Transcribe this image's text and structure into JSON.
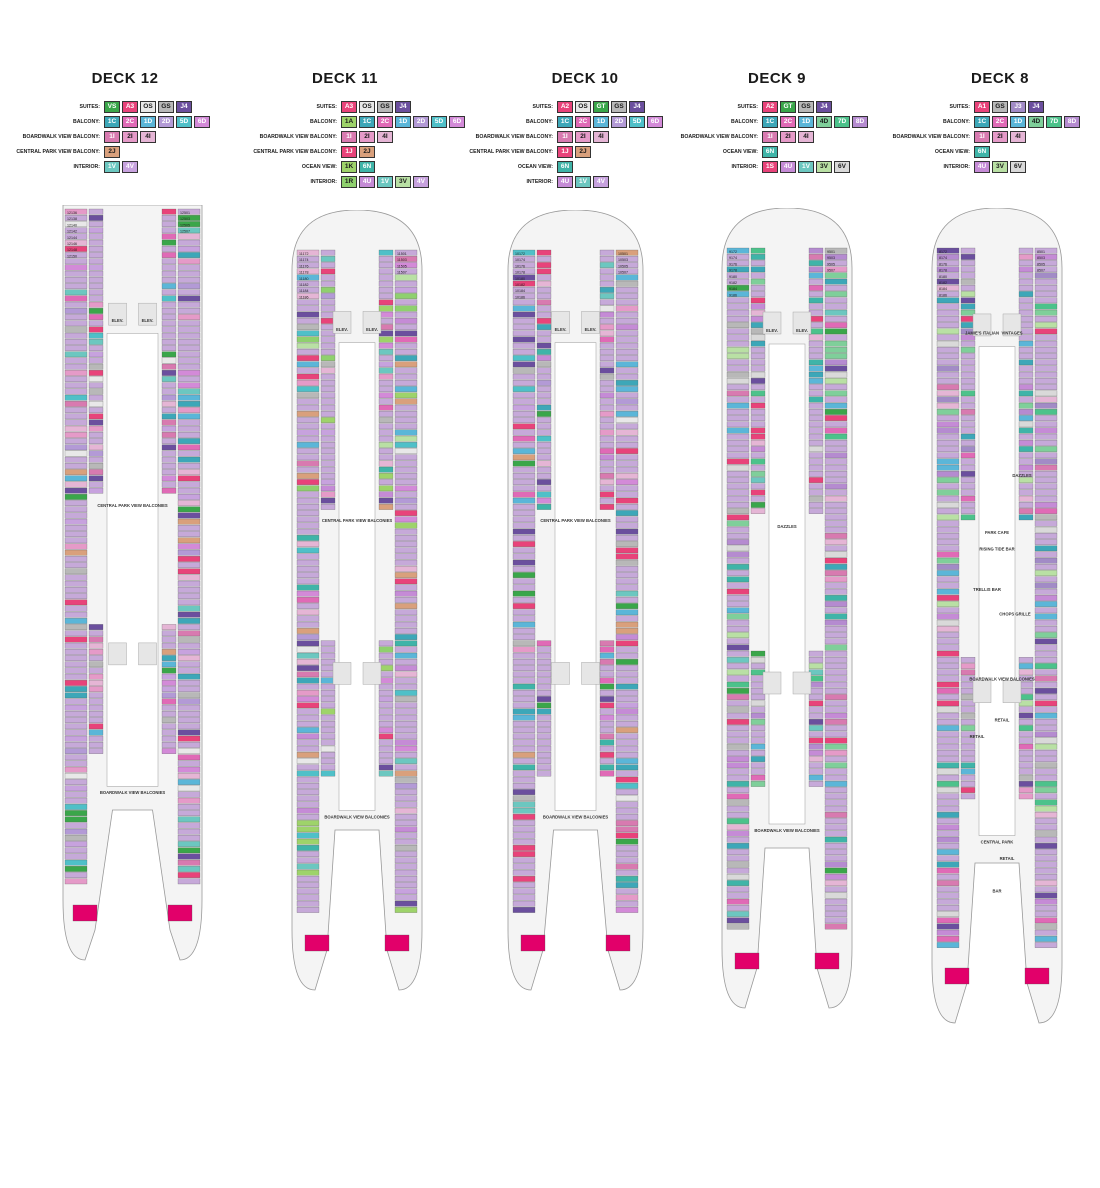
{
  "colors": {
    "VS": "#3aa64a",
    "A1": "#e8437a",
    "A2": "#e8437a",
    "A3": "#e8437a",
    "OS": "#e8e8e8",
    "GT": "#3aa64a",
    "GS": "#b8b8b8",
    "J3": "#a28bc6",
    "J4": "#6b4f9e",
    "1A": "#9ed36a",
    "1C": "#3da7b8",
    "2C": "#e06ab6",
    "1D": "#5bb6d8",
    "2D": "#b39ad6",
    "4D": "#7fcf9a",
    "5D": "#4fc0c8",
    "6D": "#d38ad8",
    "7D": "#4cc28b",
    "8D": "#b58bd0",
    "1I": "#d87ab0",
    "2I": "#e59ac8",
    "4I": "#e5b5d5",
    "1J": "#e8437a",
    "2J": "#d9a07c",
    "1K": "#9ed36a",
    "6N": "#3fb4a8",
    "1R": "#8fd06e",
    "4U": "#c58bd6",
    "1V": "#6cc7c0",
    "3V": "#b9e0a4",
    "4V": "#c7a2de",
    "1S": "#e8437a",
    "6V": "#d9d9d9",
    "cabin_default": "#c6a9d9",
    "hull_stroke": "#999999"
  },
  "decks": [
    {
      "title": "DECK 12",
      "legend": [
        {
          "label": "SUITES:",
          "chips": [
            "VS",
            "A3",
            "OS",
            "GS",
            "J4"
          ]
        },
        {
          "label": "BALCONY:",
          "chips": [
            "1C",
            "2C",
            "1D",
            "2D",
            "5D",
            "6D"
          ]
        },
        {
          "label": "BOARDWALK VIEW BALCONY:",
          "chips": [
            "1I",
            "2I",
            "4I"
          ]
        },
        {
          "label": "CENTRAL PARK VIEW BALCONY:",
          "chips": [
            "2J"
          ]
        },
        {
          "label": "INTERIOR:",
          "chips": [
            "1V",
            "4V"
          ]
        }
      ],
      "areas": [
        "CENTRAL PARK VIEW BALCONIES",
        "BOARDWALK VIEW BALCONIES",
        "ELEV.",
        "ELEV."
      ],
      "cabin_samples": [
        "12136",
        "12138",
        "12140",
        "12142",
        "12144",
        "12146",
        "12148",
        "12150",
        "12501",
        "12503",
        "12505",
        "12507"
      ]
    },
    {
      "title": "DECK 11",
      "legend": [
        {
          "label": "SUITES:",
          "chips": [
            "A3",
            "OS",
            "GS",
            "J4"
          ]
        },
        {
          "label": "BALCONY:",
          "chips": [
            "1A",
            "1C",
            "2C",
            "1D",
            "2D",
            "5D",
            "6D"
          ]
        },
        {
          "label": "BOARDWALK VIEW BALCONY:",
          "chips": [
            "1I",
            "2I",
            "4I"
          ]
        },
        {
          "label": "CENTRAL PARK VIEW BALCONY:",
          "chips": [
            "1J",
            "2J"
          ]
        },
        {
          "label": "OCEAN VIEW:",
          "chips": [
            "1K",
            "6N"
          ]
        },
        {
          "label": "INTERIOR:",
          "chips": [
            "1R",
            "4U",
            "1V",
            "3V",
            "4V"
          ]
        }
      ],
      "areas": [
        "CENTRAL PARK VIEW BALCONIES",
        "BOARDWALK VIEW BALCONIES",
        "ELEV.",
        "ELEV."
      ],
      "cabin_samples": [
        "11172",
        "11174",
        "11176",
        "11178",
        "11180",
        "11182",
        "11184",
        "11186",
        "11501",
        "11503",
        "11505",
        "11507"
      ]
    },
    {
      "title": "DECK 10",
      "legend": [
        {
          "label": "SUITES:",
          "chips": [
            "A2",
            "OS",
            "GT",
            "GS",
            "J4"
          ]
        },
        {
          "label": "BALCONY:",
          "chips": [
            "1C",
            "2C",
            "1D",
            "2D",
            "5D",
            "6D"
          ]
        },
        {
          "label": "BOARDWALK VIEW BALCONY:",
          "chips": [
            "1I",
            "2I",
            "4I"
          ]
        },
        {
          "label": "CENTRAL PARK VIEW BALCONY:",
          "chips": [
            "1J",
            "2J"
          ]
        },
        {
          "label": "OCEAN VIEW:",
          "chips": [
            "6N"
          ]
        },
        {
          "label": "INTERIOR:",
          "chips": [
            "4U",
            "1V",
            "4V"
          ]
        }
      ],
      "areas": [
        "CENTRAL PARK VIEW BALCONIES",
        "BOARDWALK VIEW BALCONIES",
        "ELEV.",
        "ELEV."
      ],
      "cabin_samples": [
        "10172",
        "10174",
        "10176",
        "10178",
        "10180",
        "10182",
        "10184",
        "10186",
        "10501",
        "10503",
        "10505",
        "10507"
      ]
    },
    {
      "title": "DECK 9",
      "legend": [
        {
          "label": "SUITES:",
          "chips": [
            "A2",
            "GT",
            "GS",
            "J4"
          ]
        },
        {
          "label": "BALCONY:",
          "chips": [
            "1C",
            "2C",
            "1D",
            "4D",
            "7D",
            "8D"
          ]
        },
        {
          "label": "BOARDWALK VIEW BALCONY:",
          "chips": [
            "1I",
            "2I",
            "4I"
          ]
        },
        {
          "label": "OCEAN VIEW:",
          "chips": [
            "6N"
          ]
        },
        {
          "label": "INTERIOR:",
          "chips": [
            "1S",
            "4U",
            "1V",
            "3V",
            "6V"
          ]
        }
      ],
      "areas": [
        "DAZZLES",
        "BOARDWALK VIEW BALCONIES",
        "ELEV.",
        "ELEV."
      ],
      "cabin_samples": [
        "9172",
        "9174",
        "9176",
        "9178",
        "9180",
        "9182",
        "9184",
        "9186",
        "9501",
        "9503",
        "9505",
        "9507"
      ]
    },
    {
      "title": "DECK 8",
      "legend": [
        {
          "label": "SUITES:",
          "chips": [
            "A1",
            "GS",
            "J3",
            "J4"
          ]
        },
        {
          "label": "BALCONY:",
          "chips": [
            "1C",
            "2C",
            "1D",
            "4D",
            "7D",
            "8D"
          ]
        },
        {
          "label": "BOARDWALK VIEW BALCONY:",
          "chips": [
            "1I",
            "2I",
            "4I"
          ]
        },
        {
          "label": "OCEAN VIEW:",
          "chips": [
            "6N"
          ]
        },
        {
          "label": "INTERIOR:",
          "chips": [
            "4U",
            "3V",
            "6V"
          ]
        }
      ],
      "areas": [
        "PARK CAFE",
        "CENTRAL PARK",
        "JAMIE'S ITALIAN",
        "VINTAGES",
        "TRELLIS BAR",
        "RISING TIDE BAR",
        "CHOPS GRILLE",
        "DAZZLES",
        "BOARDWALK VIEW BALCONIES",
        "RETAIL",
        "RETAIL",
        "RETAIL",
        "BAR"
      ],
      "cabin_samples": [
        "8172",
        "8174",
        "8176",
        "8178",
        "8180",
        "8182",
        "8184",
        "8186",
        "8501",
        "8503",
        "8505",
        "8507"
      ]
    }
  ]
}
